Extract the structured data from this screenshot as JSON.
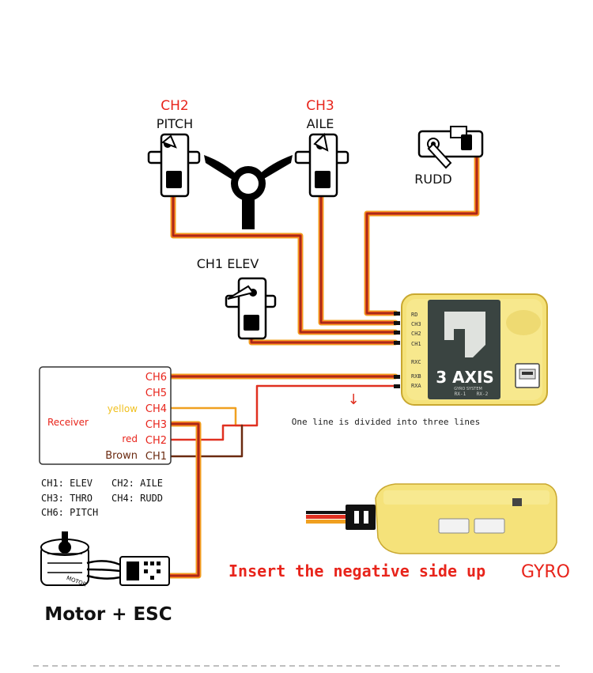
{
  "servos": {
    "ch2": {
      "channel": "CH2",
      "name": "PITCH"
    },
    "ch3": {
      "channel": "CH3",
      "name": "AILE"
    },
    "rudd": {
      "name": "RUDD"
    },
    "ch1": {
      "label": "CH1 ELEV"
    }
  },
  "receiver": {
    "title": "Receiver",
    "channels": [
      "CH6",
      "CH5",
      "CH4",
      "CH3",
      "CH2",
      "CH1"
    ],
    "wire_colors": {
      "ch4": "yellow",
      "ch2": "red",
      "ch1": "Brown"
    }
  },
  "gyro": {
    "logo_text": "3 AXIS",
    "subtitle": "GYRO SYSTEM",
    "port_labels": [
      "RD",
      "CH3",
      "CH2",
      "CH1",
      "RXC",
      "RXB",
      "RXA"
    ],
    "bottom_labels": [
      "RX-1",
      "RX-2"
    ]
  },
  "note_arrow": "↓",
  "note": "One line is divided into three lines",
  "mapping": {
    "row1a": "CH1: ELEV",
    "row1b": "CH2: AILE",
    "row2a": "CH3: THRO",
    "row2b": "CH4: RUDD",
    "row3": "CH6: PITCH"
  },
  "motor_label": "Motor + ESC",
  "motor_text": "MOTOR",
  "insert_note": "Insert the negative side up",
  "insert_gyro": "GYRO",
  "colors": {
    "red_label": "#e8241b",
    "wire_red": "#e03020",
    "wire_orange": "#f0a020",
    "wire_brown": "#6b2a10",
    "gyro_yellow": "#f5e27a",
    "dashed_line": "#aaaaaa"
  }
}
